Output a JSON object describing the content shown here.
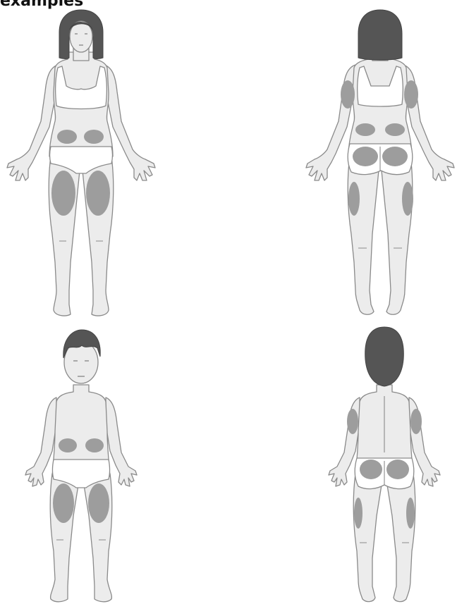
{
  "heading": "examples",
  "colors": {
    "skin": "#ececec",
    "outline": "#8a8a8a",
    "hair": "#555555",
    "injection_site": "#9d9d9d",
    "clothing": "#ffffff"
  },
  "figures": [
    {
      "name": "woman-front",
      "sites": [
        "abdomen-left",
        "abdomen-right",
        "thigh-left",
        "thigh-right"
      ]
    },
    {
      "name": "woman-back",
      "sites": [
        "upper-arm-left",
        "upper-arm-right",
        "lower-back-left",
        "lower-back-right",
        "buttock-left",
        "buttock-right",
        "outer-thigh-left",
        "outer-thigh-right"
      ]
    },
    {
      "name": "child-front",
      "sites": [
        "abdomen-left",
        "abdomen-right",
        "thigh-left",
        "thigh-right"
      ]
    },
    {
      "name": "child-back",
      "sites": [
        "upper-arm-left",
        "upper-arm-right",
        "buttock-left",
        "buttock-right",
        "outer-thigh-left",
        "outer-thigh-right"
      ]
    }
  ]
}
